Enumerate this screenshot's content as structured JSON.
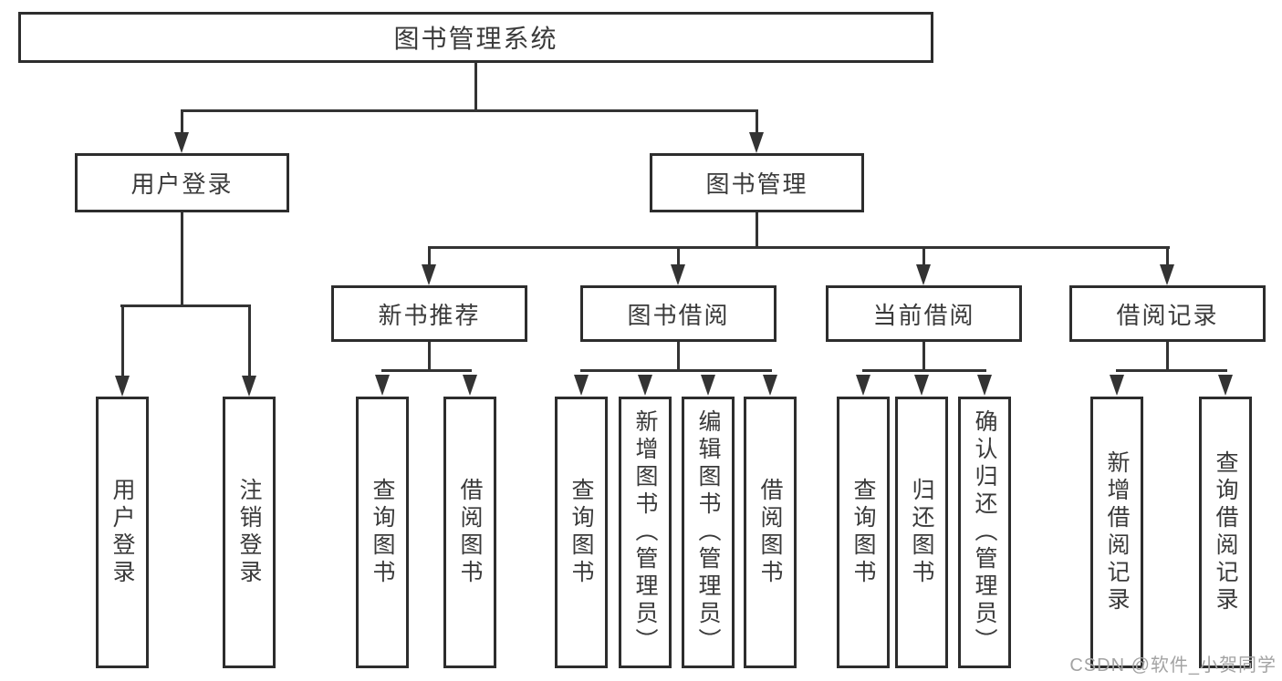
{
  "diagram": {
    "root": {
      "label": "图书管理系统"
    },
    "branches": [
      {
        "label": "用户登录",
        "children": [
          {
            "label": "用户登录"
          },
          {
            "label": "注销登录"
          }
        ]
      },
      {
        "label": "图书管理",
        "sections": [
          {
            "label": "新书推荐",
            "children": [
              {
                "label": "查询图书"
              },
              {
                "label": "借阅图书"
              }
            ]
          },
          {
            "label": "图书借阅",
            "children": [
              {
                "label": "查询图书"
              },
              {
                "label": "新增图书（管理员）"
              },
              {
                "label": "编辑图书（管理员）"
              },
              {
                "label": "借阅图书"
              }
            ]
          },
          {
            "label": "当前借阅",
            "children": [
              {
                "label": "查询图书"
              },
              {
                "label": "归还图书"
              },
              {
                "label": "确认归还（管理员）"
              }
            ]
          },
          {
            "label": "借阅记录",
            "children": [
              {
                "label": "新增借阅记录"
              },
              {
                "label": "查询借阅记录"
              }
            ]
          }
        ]
      }
    ]
  },
  "watermark": {
    "text": "CSDN @软件_小贺同学"
  },
  "colors": {
    "line": "#333333",
    "box_border": "#2d2d2d",
    "text": "#3a3a3a",
    "watermark": "#a3a3a3",
    "background": "#ffffff"
  }
}
